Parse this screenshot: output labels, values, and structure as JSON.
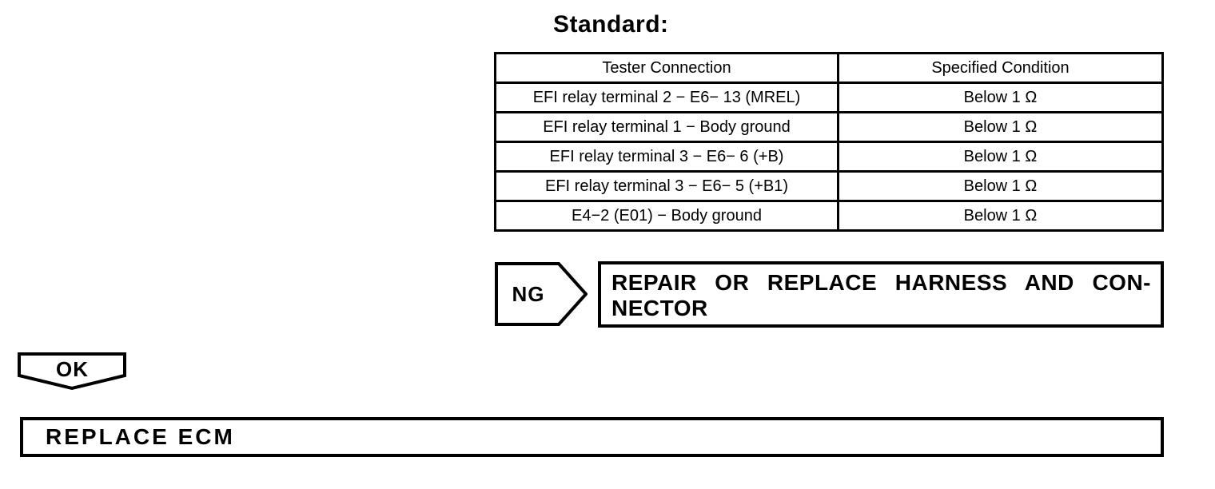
{
  "page": {
    "heading": "Standard:"
  },
  "standard_table": {
    "columns": [
      "Tester Connection",
      "Specified Condition"
    ],
    "rows": [
      {
        "tester_connection": "EFI relay terminal 2 − E6− 13 (MREL)",
        "specified_condition": "Below 1 Ω"
      },
      {
        "tester_connection": "EFI relay terminal 1 − Body ground",
        "specified_condition": "Below 1 Ω"
      },
      {
        "tester_connection": "EFI relay terminal 3 − E6− 6 (+B)",
        "specified_condition": "Below 1 Ω"
      },
      {
        "tester_connection": "EFI relay terminal 3 − E6− 5 (+B1)",
        "specified_condition": "Below 1 Ω"
      },
      {
        "tester_connection": "E4−2 (E01) − Body ground",
        "specified_condition": "Below 1 Ω"
      }
    ]
  },
  "flow": {
    "ng_branch": {
      "label": "NG",
      "action_lines": [
        "REPAIR OR REPLACE HARNESS AND CON-",
        "NECTOR"
      ]
    },
    "ok_branch": {
      "label": "OK",
      "action": "REPLACE ECM"
    }
  },
  "colors": {
    "ink": "#000000",
    "background": "#ffffff"
  }
}
